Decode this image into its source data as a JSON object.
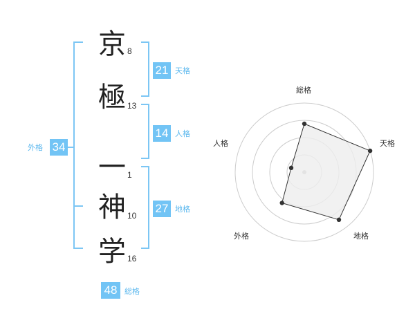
{
  "name": {
    "characters": [
      {
        "char": "京",
        "strokes": "8"
      },
      {
        "char": "極",
        "strokes": "13"
      },
      {
        "char": "一",
        "strokes": "1"
      },
      {
        "char": "神",
        "strokes": "10"
      },
      {
        "char": "学",
        "strokes": "16"
      }
    ]
  },
  "fortunes": {
    "tenkaku": {
      "value": "21",
      "label": "天格"
    },
    "jinkaku": {
      "value": "14",
      "label": "人格"
    },
    "chikaku": {
      "value": "27",
      "label": "地格"
    },
    "gaikaku": {
      "value": "34",
      "label": "外格"
    },
    "soukaku": {
      "value": "48",
      "label": "総格"
    }
  },
  "chart_data": {
    "type": "radar",
    "axes": [
      "総格",
      "天格",
      "地格",
      "外格",
      "人格"
    ],
    "values": [
      0.7,
      1.0,
      0.85,
      0.55,
      0.2
    ],
    "range": [
      0,
      1
    ],
    "rings": 4,
    "line_color": "#333333",
    "fill_color": "#eeeeee",
    "ring_color": "#cccccc"
  },
  "colors": {
    "accent": "#72c4f5",
    "bracket": "#7cc6f4"
  }
}
